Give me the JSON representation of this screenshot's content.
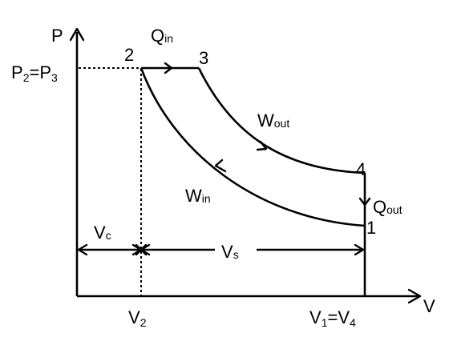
{
  "axes": {
    "y_label": "P",
    "x_label": "V"
  },
  "labels": {
    "pressure": {
      "main_1": "P",
      "sub_1": "2",
      "eq": "=P",
      "sub_2": "3"
    },
    "point_1": "1",
    "point_2": "2",
    "point_3": "3",
    "point_4": "4",
    "q_in": {
      "main": "Q",
      "sub": "in"
    },
    "q_out": {
      "main": "Q",
      "sub": "out"
    },
    "w_out": {
      "main": "W",
      "sub": "out"
    },
    "w_in": {
      "main": "W",
      "sub": "in"
    },
    "v_c": {
      "main": "V",
      "sub": "c"
    },
    "v_s": {
      "main": "V",
      "sub": "s"
    },
    "v_2": {
      "main": "V",
      "sub": "2"
    },
    "v_14": {
      "main_1": "V",
      "sub_1": "1",
      "eq": "=V",
      "sub_2": "4"
    }
  },
  "colors": {
    "stroke": "#000000",
    "background": "#ffffff"
  }
}
